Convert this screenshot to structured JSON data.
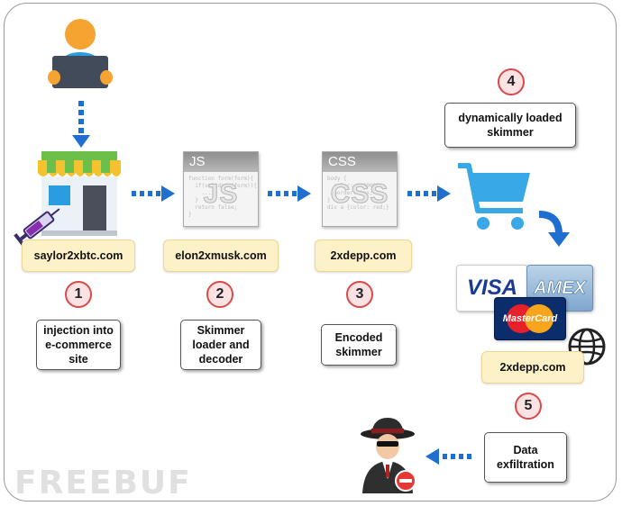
{
  "nodes": {
    "store_domain": "saylor2xbtc.com",
    "loader_domain": "elon2xmusk.com",
    "encoded_domain": "2xdepp.com",
    "exfil_domain": "2xdepp.com"
  },
  "code_windows": {
    "js_title": "JS",
    "css_title": "CSS"
  },
  "steps": [
    {
      "number": "1",
      "label": "injection into\ne-commerce\nsite"
    },
    {
      "number": "2",
      "label": "Skimmer\nloader and\ndecoder"
    },
    {
      "number": "3",
      "label": "Encoded\nskimmer"
    },
    {
      "number": "4",
      "label": "dynamically loaded\nskimmer"
    },
    {
      "number": "5",
      "label": "Data\nexfiltration"
    }
  ],
  "cards": {
    "visa": "VISA",
    "amex": "AMEX",
    "mastercard": "MasterCard"
  },
  "watermark": "FREEBUF",
  "colors": {
    "arrow": "#1f6fd1",
    "domain_fill": "#fdf1c8",
    "badge_border": "#d84a4a",
    "cart": "#39a8e6"
  }
}
